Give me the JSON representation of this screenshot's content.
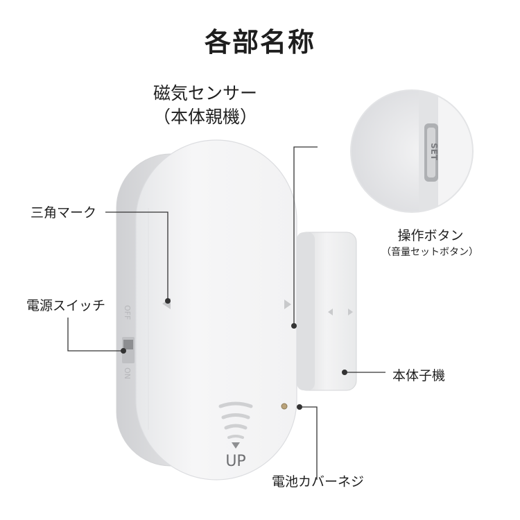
{
  "title": "各部名称",
  "labels": {
    "main_unit_line1": "磁気センサー",
    "main_unit_line2": "（本体親機）",
    "triangle_mark": "三角マーク",
    "power_switch": "電源スイッチ",
    "operation_button": "操作ボタン",
    "operation_button_sub": "（音量セットボタン）",
    "sub_unit": "本体子機",
    "battery_cover_screw": "電池カバーネジ"
  },
  "device_text": {
    "switch_off": "OFF",
    "switch_on": "ON",
    "up": "UP",
    "set": "SET"
  },
  "colors": {
    "background": "#ffffff",
    "device_body": "#f4f4f5",
    "device_shadow": "#d8d9db",
    "leader_line": "#333333"
  }
}
